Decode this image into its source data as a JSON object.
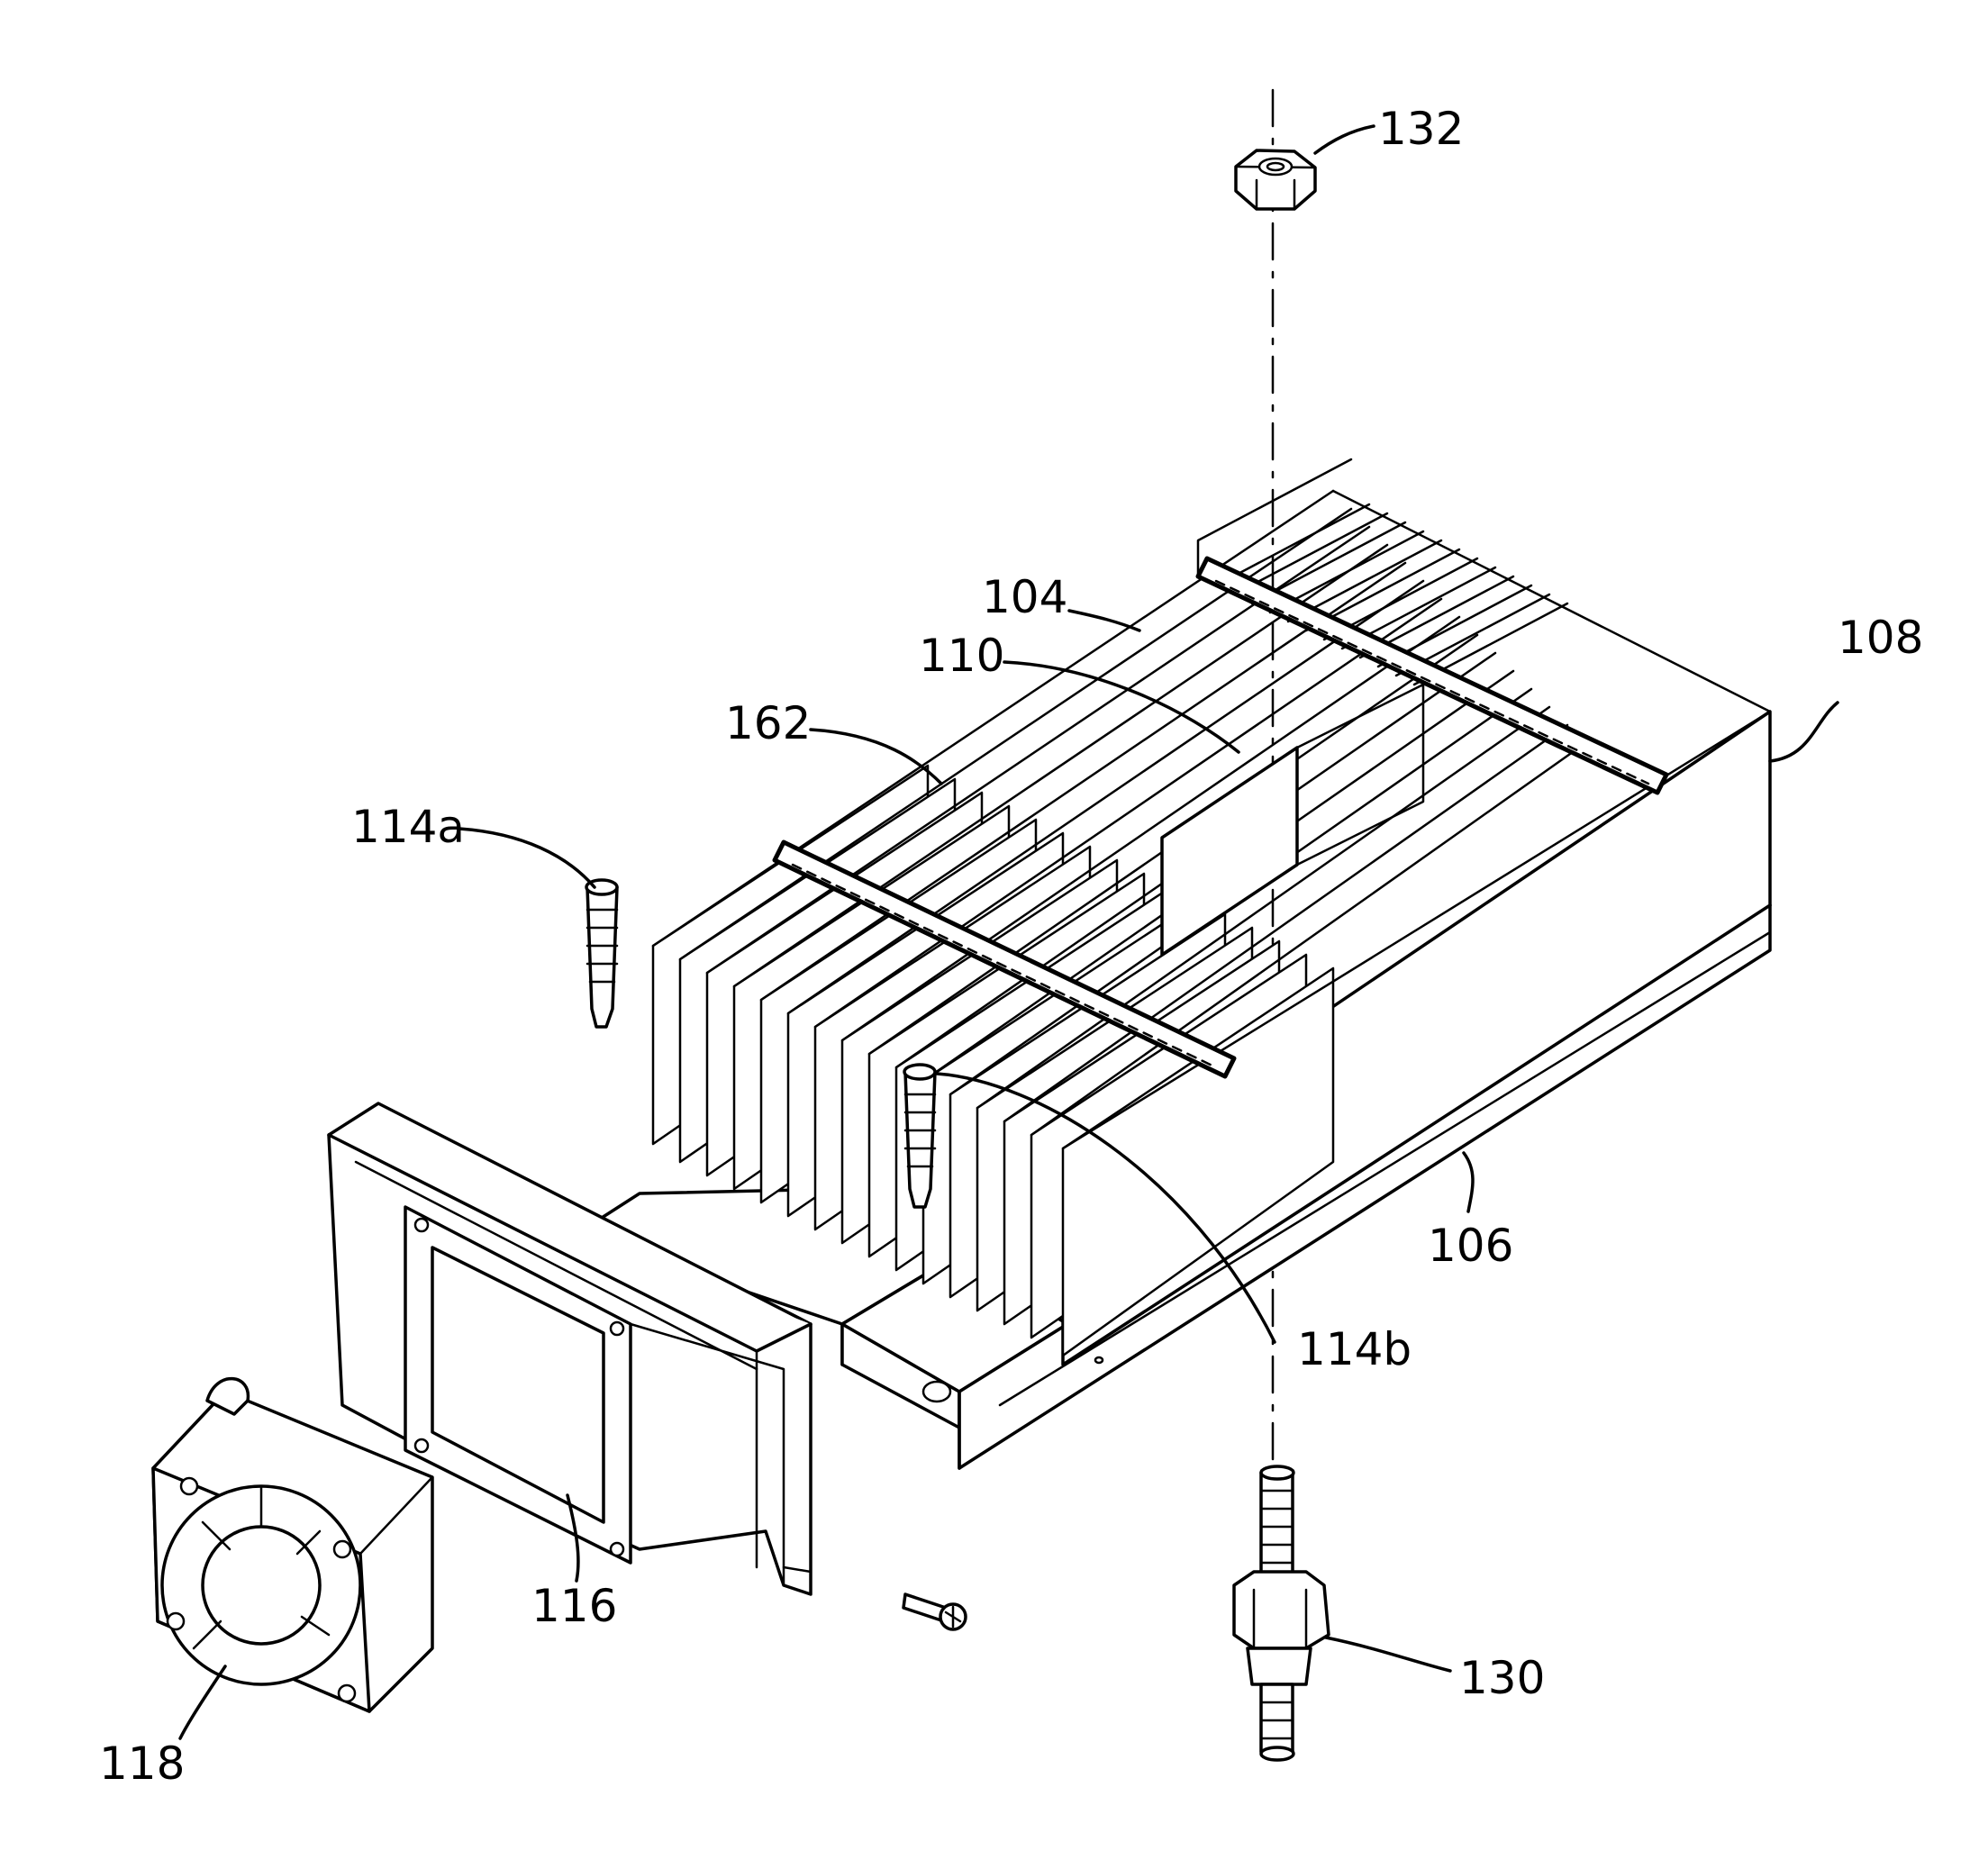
{
  "labels": {
    "n132": "132",
    "n104": "104",
    "n110": "110",
    "n108": "108",
    "n162": "162",
    "n114a": "114a",
    "n114b": "114b",
    "n106": "106",
    "n116": "116",
    "n118": "118",
    "n130": "130"
  },
  "colors": {
    "ink": "#000000",
    "paper": "#ffffff"
  }
}
